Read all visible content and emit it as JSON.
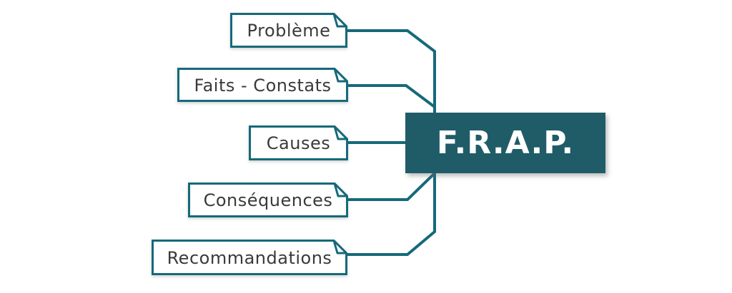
{
  "diagram": {
    "center": {
      "label": "F.R.A.P."
    },
    "nodes": [
      {
        "label": "Problème"
      },
      {
        "label": "Faits - Constats"
      },
      {
        "label": "Causes"
      },
      {
        "label": "Conséquences"
      },
      {
        "label": "Recommandations"
      }
    ]
  },
  "colors": {
    "teal_line": "#16697A",
    "teal_fill": "#205C68",
    "label_text": "#3A3A3A",
    "center_text": "#FFFFFF",
    "node_fill": "#FFFFFF",
    "background": "#FFFFFF"
  }
}
